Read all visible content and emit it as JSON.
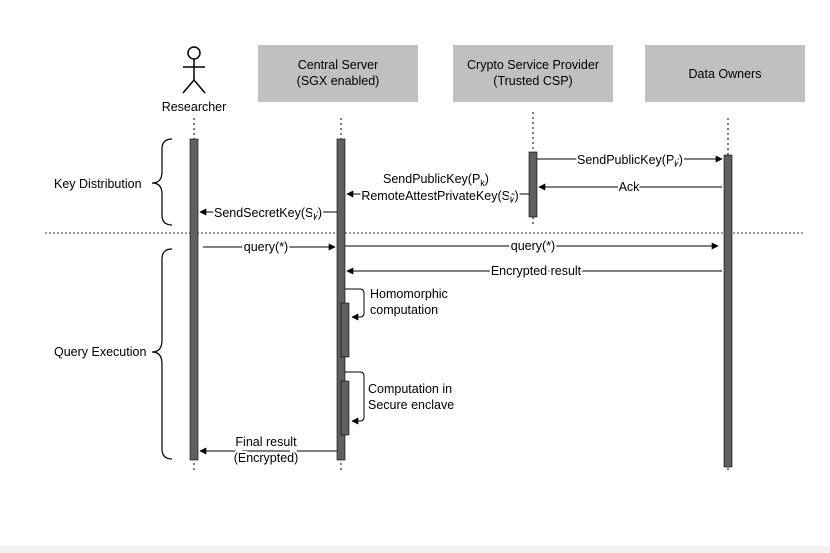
{
  "participants": {
    "researcher": "Researcher",
    "central_server": [
      "Central Server",
      "(SGX enabled)"
    ],
    "csp": [
      "Crypto Service Provider",
      "(Trusted CSP)"
    ],
    "data_owners": "Data Owners"
  },
  "phases": {
    "key_distribution": "Key Distribution",
    "query_execution": "Query Execution"
  },
  "messages": {
    "send_pk_csp_to_owners": {
      "text": "SendPublicKey(P",
      "sub": "k",
      "close": ")"
    },
    "ack": "Ack",
    "send_pk_to_server": {
      "text": "SendPublicKey(P",
      "sub": "k",
      "close": ")"
    },
    "remote_attest": {
      "text": "RemoteAttestPrivateKey(S",
      "sub": "k",
      "close": ")"
    },
    "send_secret_key": {
      "text": "SendSecretKey(S",
      "sub": "k",
      "close": ")"
    },
    "query_to_server": "query(*)",
    "query_to_owners": "query(*)",
    "encrypted_result": "Encrypted result",
    "homomorphic": [
      "Homomorphic",
      "computation"
    ],
    "secure_enclave": [
      "Computation in",
      "Secure enclave"
    ],
    "final_result": [
      "Final result",
      "(Encrypted)"
    ]
  },
  "colors": {
    "header_fill": "#c0c0c0",
    "activation_fill": "#606060",
    "line": "#000000"
  }
}
